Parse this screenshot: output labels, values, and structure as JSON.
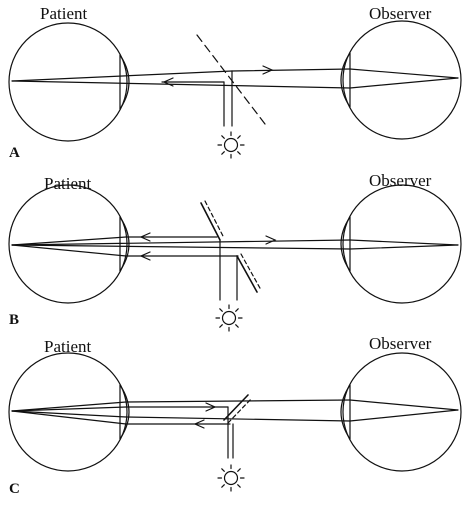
{
  "panels": [
    {
      "letter": "A",
      "left_label": "Patient",
      "right_label": "Observer"
    },
    {
      "letter": "B",
      "left_label": "Patient",
      "right_label": "Observer"
    },
    {
      "letter": "C",
      "left_label": "Patient",
      "right_label": "Observer"
    }
  ]
}
